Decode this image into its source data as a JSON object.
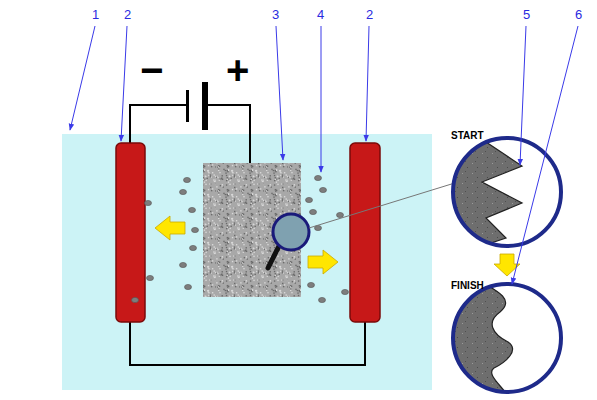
{
  "diagram": {
    "labels": [
      "1",
      "2",
      "2",
      "3",
      "4",
      "5",
      "6",
      "−",
      "+",
      "START",
      "FINISH"
    ]
  }
}
